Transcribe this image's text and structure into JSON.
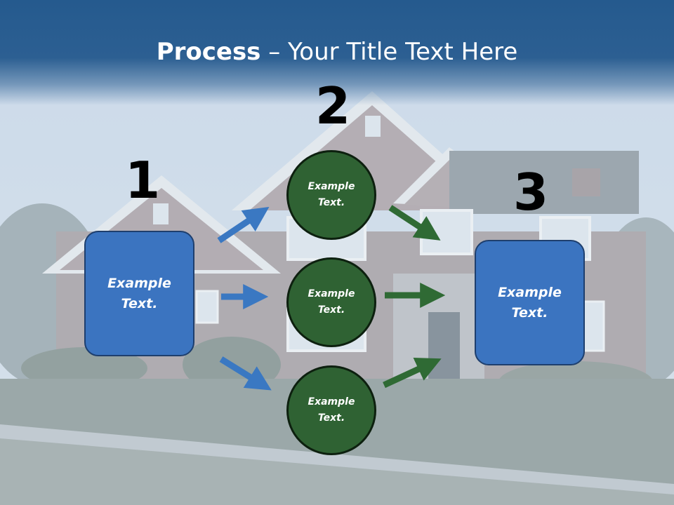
{
  "title": {
    "bold": "Process",
    "rest": " – Your Title Text Here"
  },
  "steps": {
    "one": "1",
    "two": "2",
    "three": "3"
  },
  "left_box": {
    "text": "Example Text."
  },
  "circles": [
    {
      "text": "Example Text."
    },
    {
      "text": "Example Text."
    },
    {
      "text": "Example Text."
    }
  ],
  "right_box": {
    "text": "Example Text."
  },
  "colors": {
    "header": "#2c5f92",
    "blue_box": "#3b74c0",
    "green_circle": "#2f6233",
    "blue_arrow": "#3a78c2",
    "green_arrow": "#2f6a34"
  }
}
